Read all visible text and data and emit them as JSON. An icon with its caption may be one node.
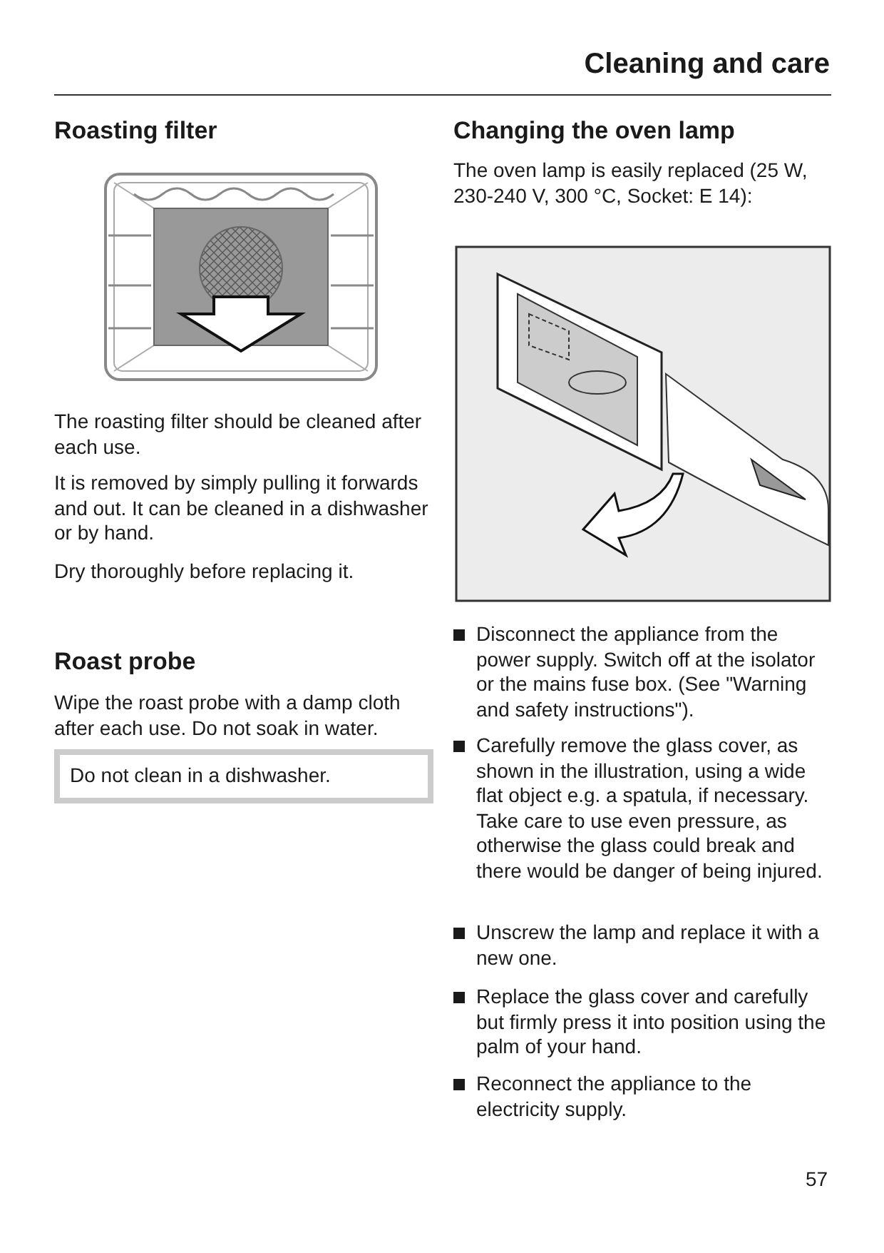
{
  "diagram": {
    "title": "Cleaning and care",
    "labels": [
      "Roasting filter",
      "The roasting filter should be cleaned after each use.",
      "It is removed by simply pulling it forwards and out. It can be cleaned in a dishwasher or by hand.",
      "Dry thoroughly before replacing it.",
      "Roast probe",
      "Wipe the roast probe with a damp cloth after each use. Do not soak in water.",
      "Do not clean in a dishwasher.",
      "Changing the oven lamp",
      "The oven lamp is easily replaced (25 W, 230-240 V, 300 °C, Socket: E 14):",
      "Disconnect the appliance from the power supply. Switch off at the isolator or the mains fuse box. (See \"Warning and safety instructions\").",
      "Carefully remove the glass cover, as shown in the illustration, using a wide flat object e.g. a spatula, if necessary. Take care to use even pressure, as otherwise the glass could break and there would be danger of being injured.",
      "Unscrew the lamp and replace it with a new one.",
      "Replace the glass cover and carefully but firmly press it into position using the palm of your hand.",
      "Reconnect the appliance to the electricity supply.",
      "57"
    ]
  }
}
